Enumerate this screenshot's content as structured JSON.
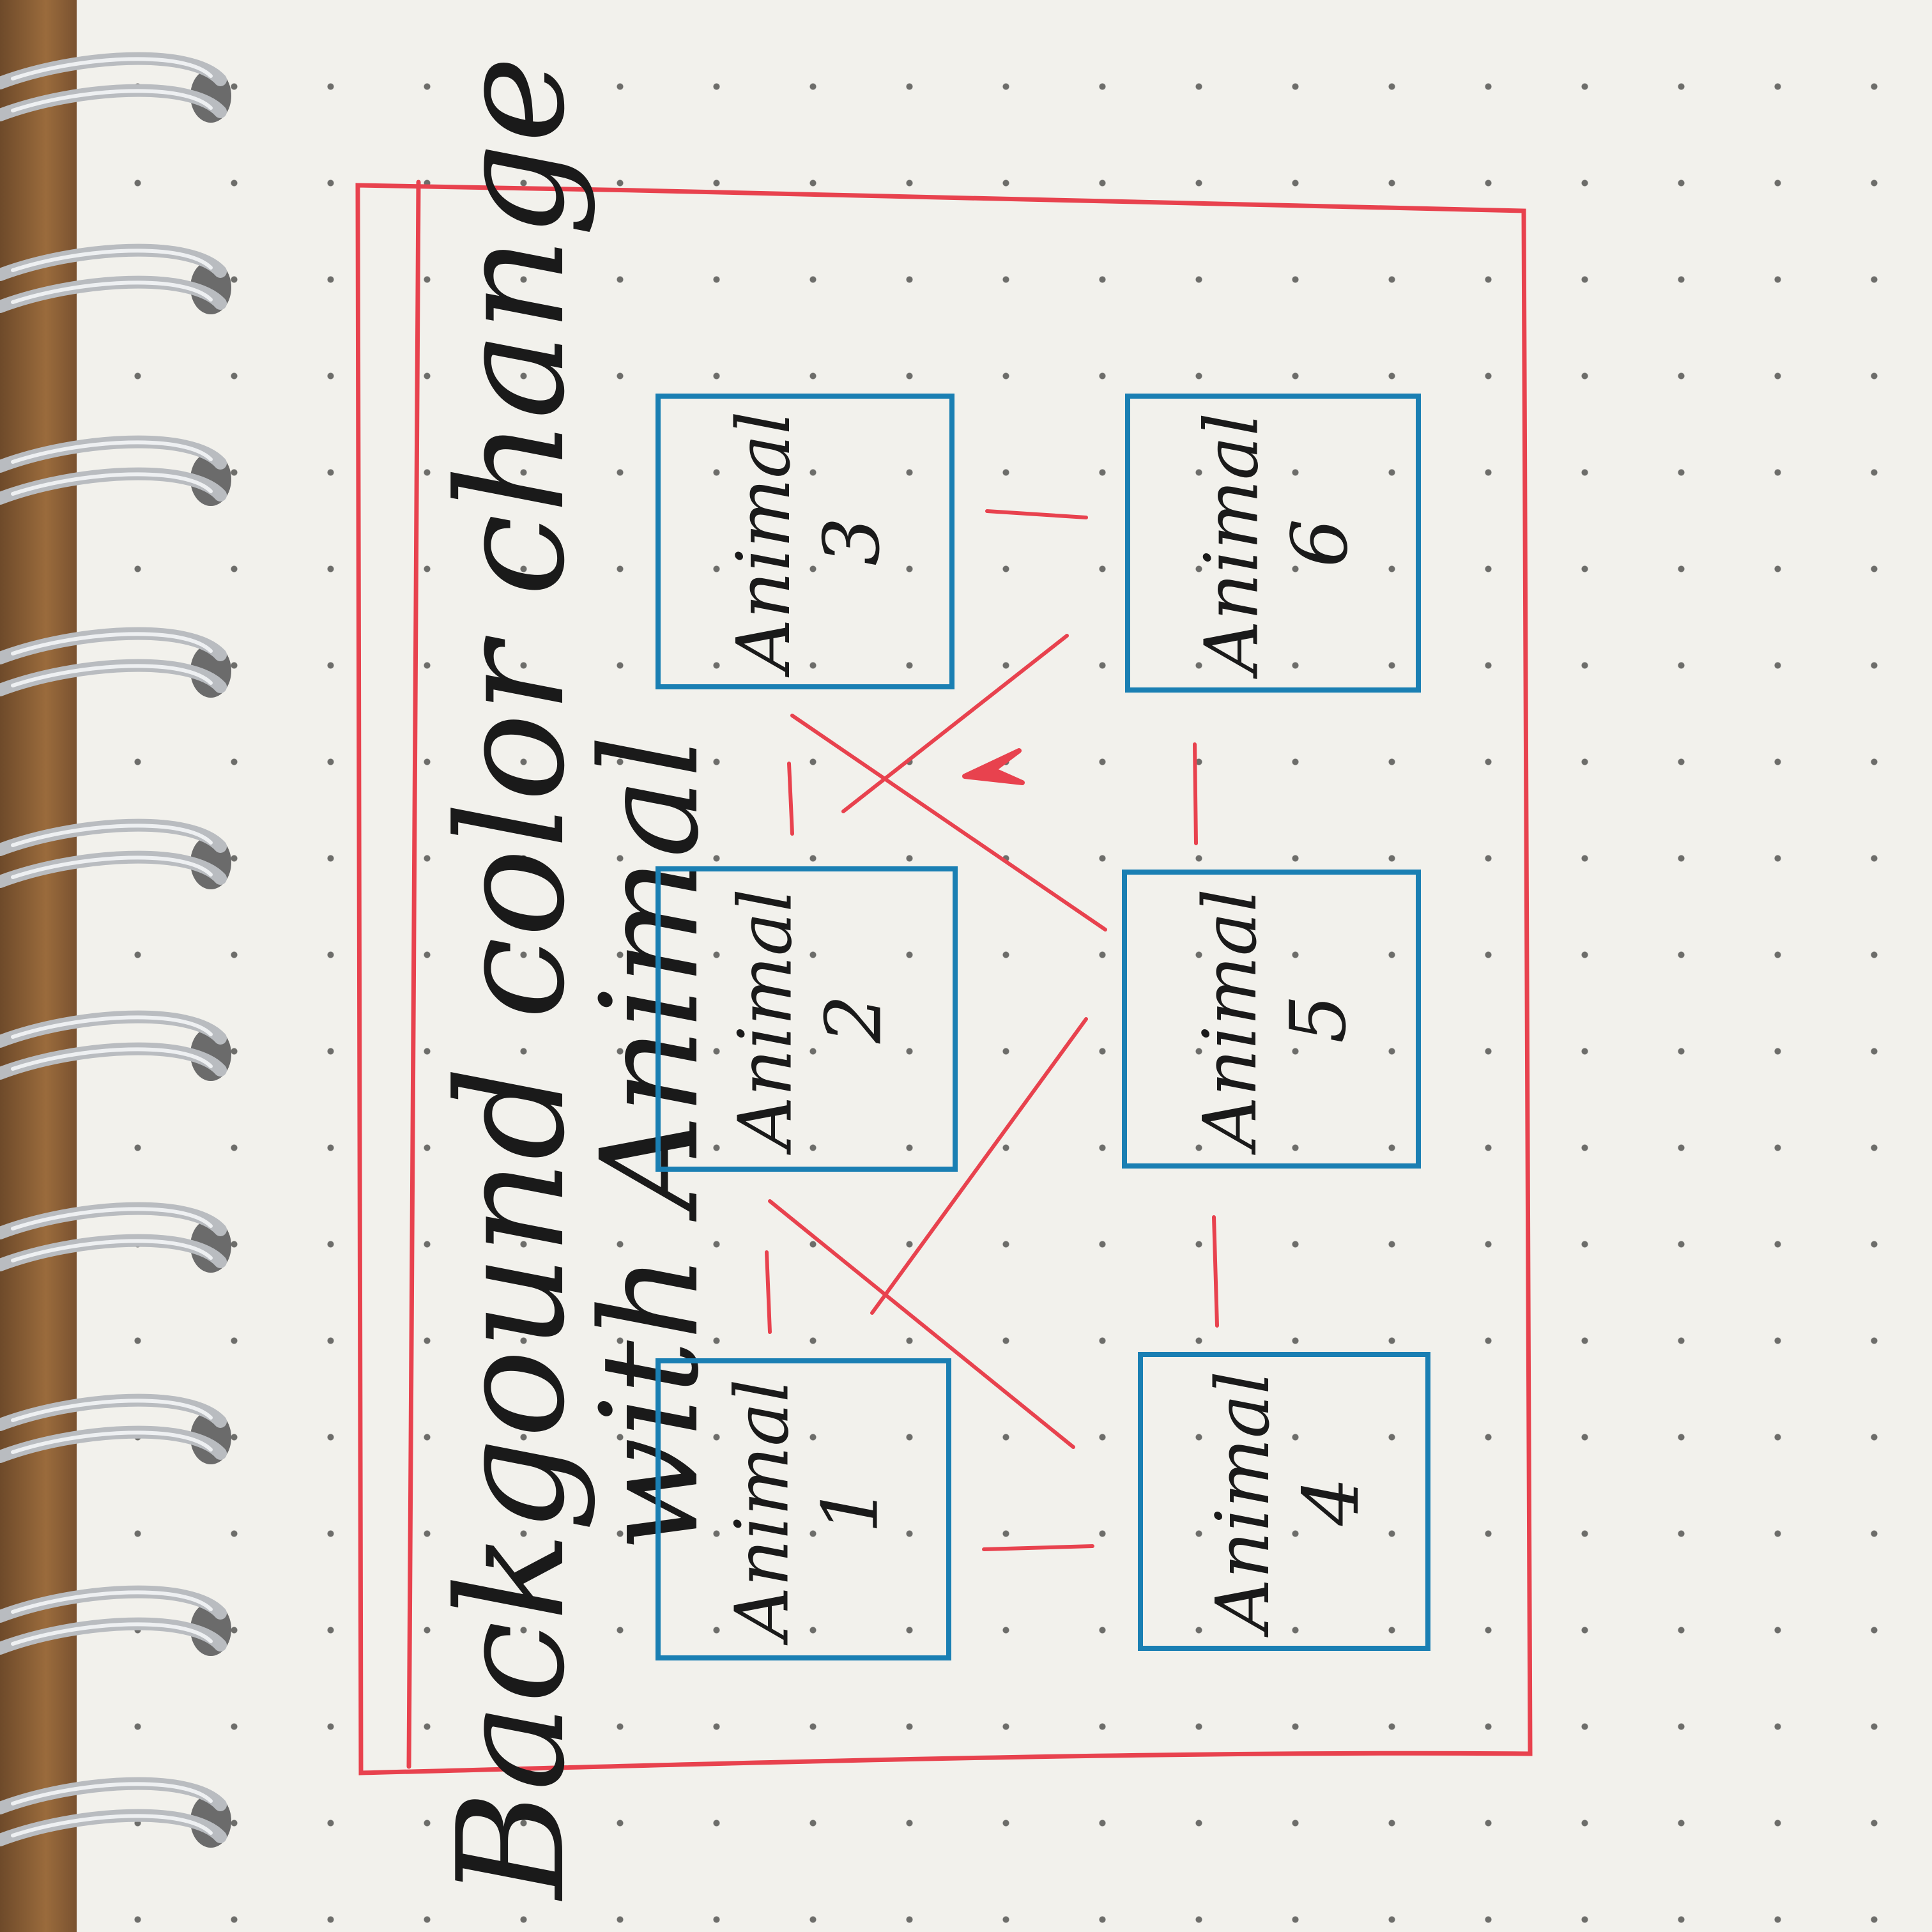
{
  "frame": {
    "title_line1": "Backgound color change",
    "title_line2": "with Animal"
  },
  "tiles": [
    {
      "label": "Animal",
      "number": "1"
    },
    {
      "label": "Animal",
      "number": "2"
    },
    {
      "label": "Animal",
      "number": "3"
    },
    {
      "label": "Animal",
      "number": "4"
    },
    {
      "label": "Animal",
      "number": "5"
    },
    {
      "label": "Animal",
      "number": "6"
    }
  ],
  "colors": {
    "frame_stroke": "#e8424e",
    "tile_stroke": "#1a7fb3",
    "ink": "#1a1a1a",
    "paper": "#f2f1ec"
  }
}
